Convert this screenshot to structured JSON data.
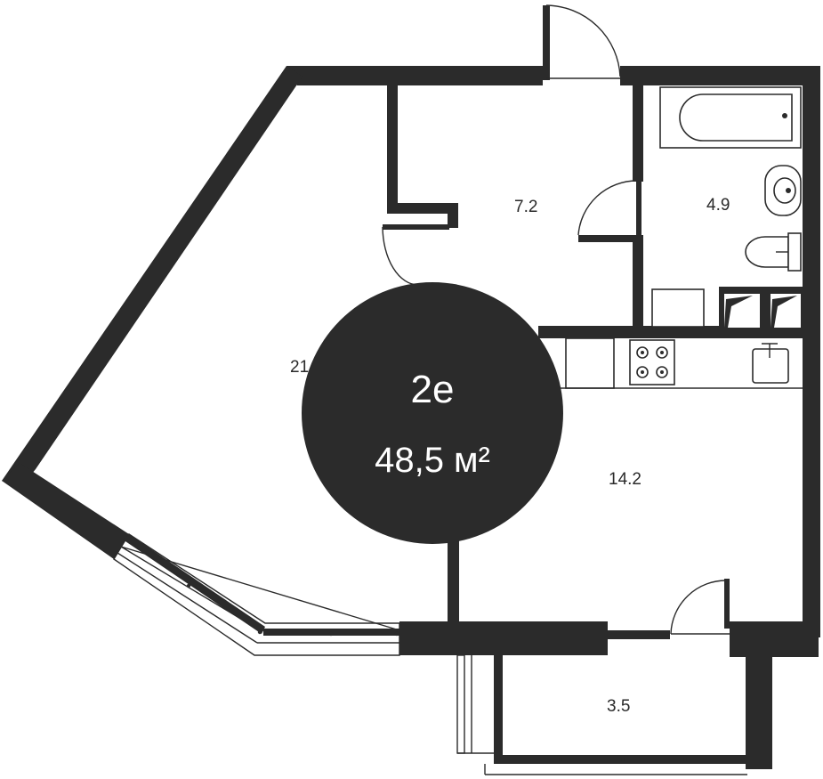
{
  "unit": {
    "type": "2е",
    "area": "48,5 м²"
  },
  "rooms": {
    "living": "21",
    "hallway": "7.2",
    "bathroom": "4.9",
    "kitchen": "14.2",
    "balcony": "3.5"
  },
  "colors": {
    "wall": "#2b2b2b",
    "badge": "#2b2b2b",
    "background": "#ffffff"
  }
}
